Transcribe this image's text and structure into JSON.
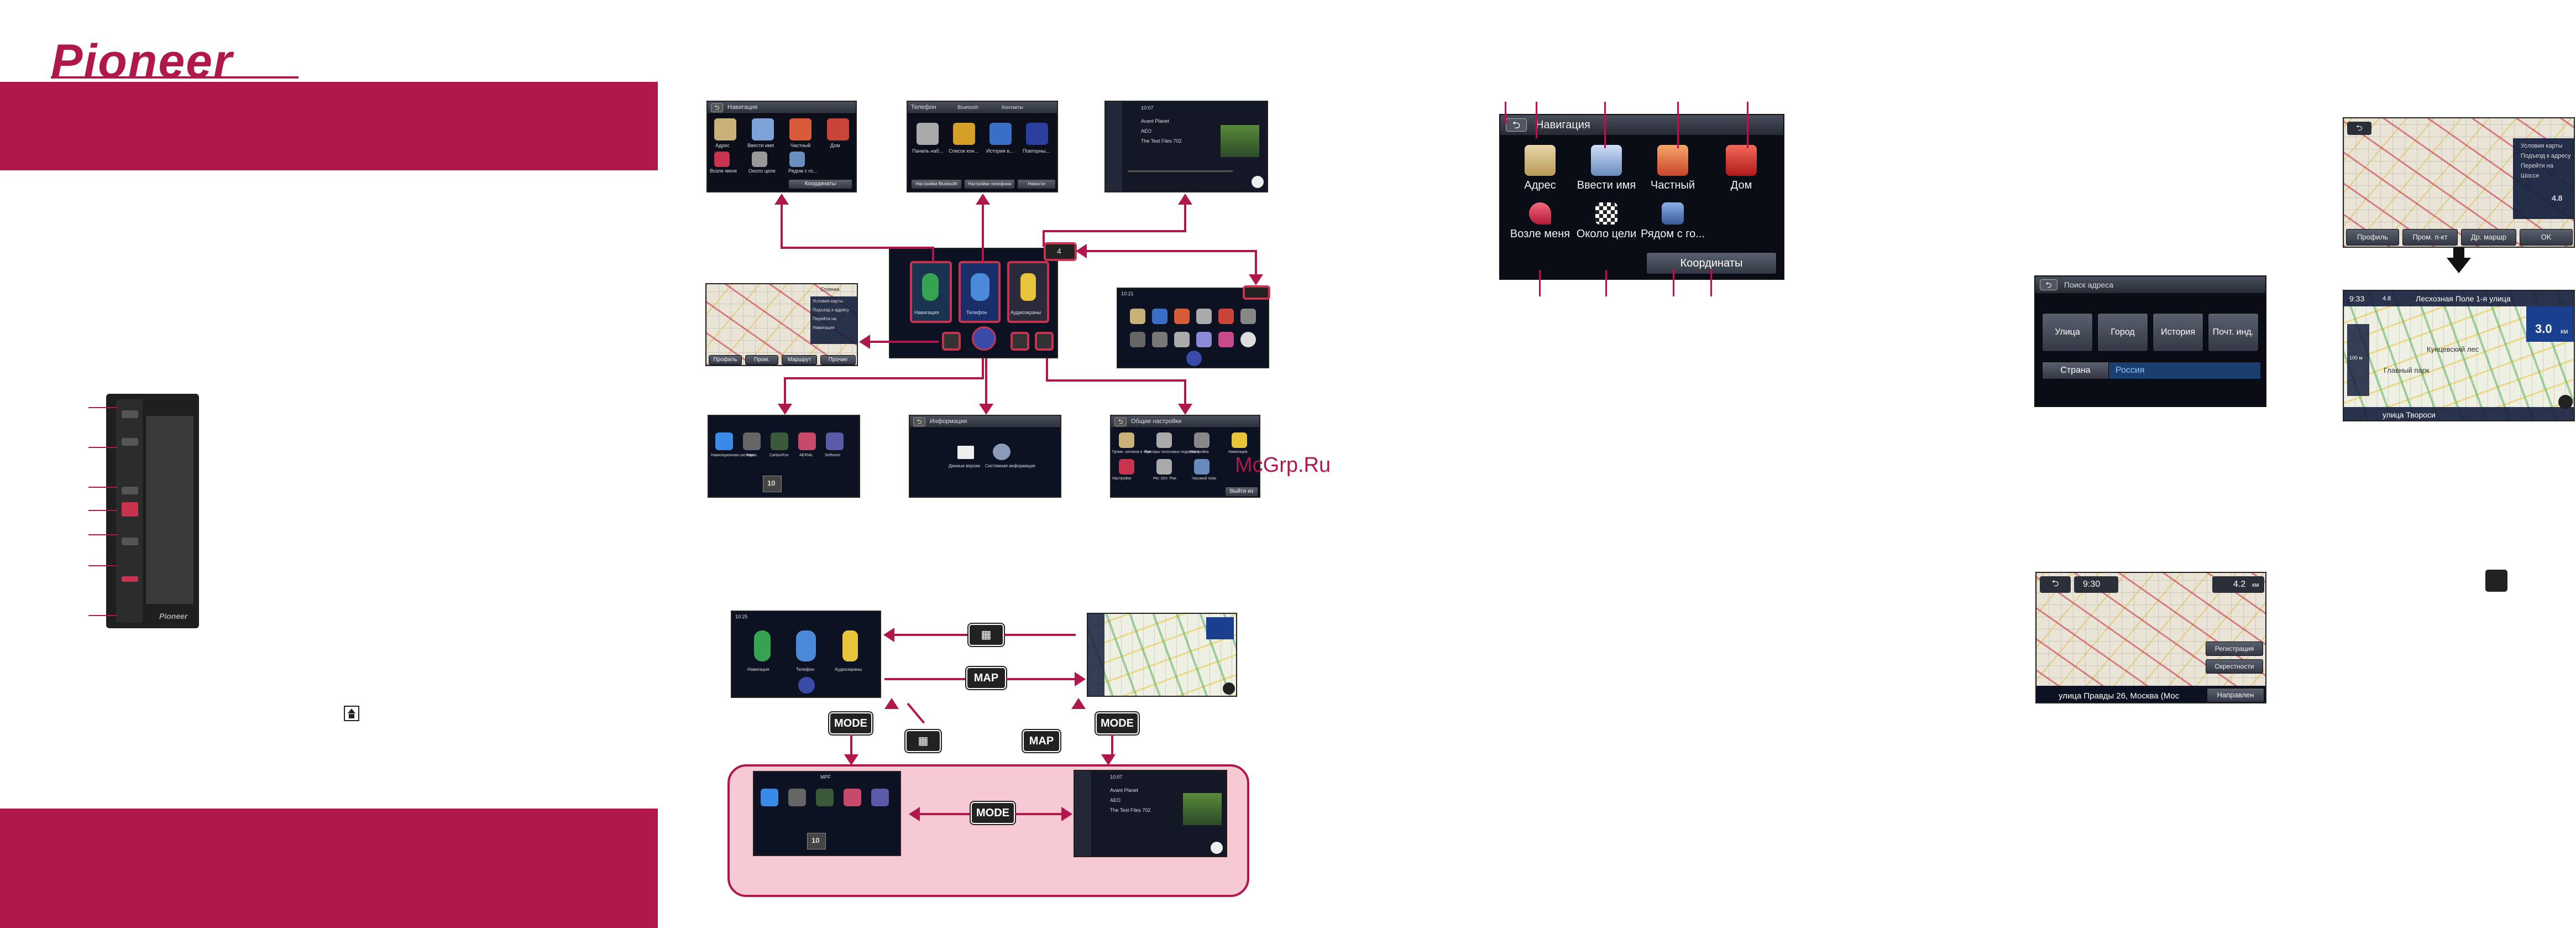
{
  "brand": {
    "logo": "Pioneer"
  },
  "watermark": "McGrp.Ru",
  "keys": {
    "map": "MAP",
    "mode": "MODE"
  },
  "top_menu": {
    "nav": {
      "title": "Навигация",
      "items": [
        "Адрес",
        "Ввести имя",
        "Частный",
        "Дом",
        "Возле меня",
        "Около цели",
        "Рядом с го..."
      ],
      "coords": "Координаты"
    },
    "phone": {
      "title": "Телефон",
      "tabs": [
        "Bluetooth",
        "Контакты"
      ],
      "items": [
        "Панель наб...",
        "Список кон...",
        "История в...",
        "Повторны..."
      ],
      "buttons": [
        "Настройки Bluetooth",
        "Настройки телефона",
        "Новости"
      ]
    },
    "audio": {
      "time": "10:07",
      "tracks": [
        "Avant Planet",
        "AEO",
        "The Test Files 702"
      ]
    },
    "home": {
      "time": "10:21",
      "items": [
        "Навигация",
        "Телефон",
        "Аудиоэкраны"
      ],
      "badge_count": "4"
    }
  },
  "map_left": {
    "label": "Стоянка",
    "buttons": [
      "Профиль",
      "Пром.",
      "Маршрут",
      "Прочие"
    ],
    "list": [
      "Условия карты",
      "Подъезд к адресу",
      "Перейти на",
      "Навигация"
    ]
  },
  "bottom_row": {
    "apps": {
      "items": [
        "Навигационная система",
        "Карта",
        "CarbonFox",
        "AERIAL",
        "Selfsonic"
      ],
      "value": "10"
    },
    "info": {
      "title": "Информация",
      "items": [
        "Данные версии",
        "Системная информация"
      ]
    },
    "settings": {
      "title": "Общие настройки",
      "items": [
        "Громк. сигнала и звук",
        "Повторы голосовых подсказок",
        "Настройка",
        "Навигация",
        "Настройки",
        "Рег. Опт. Ров.",
        "Часовой пояс"
      ],
      "button": "Выйти из"
    }
  },
  "mode_diagram": {
    "home": {
      "time": "10:25",
      "items": [
        "Навигация",
        "Телефон",
        "Аудиоэкраны"
      ]
    },
    "apps": {
      "time": "MPF",
      "value": "10"
    },
    "audio": {
      "time": "10:07",
      "tracks": [
        "Avant Planet",
        "AEO",
        "The Test Files 702"
      ]
    }
  },
  "address_search": {
    "title": "Поиск адреса",
    "buttons": [
      "Улица",
      "Город",
      "История",
      "Почт. инд."
    ],
    "country_label": "Страна",
    "country_value": "Россия"
  },
  "route_map": {
    "time": "9:30",
    "distance": "4.2",
    "unit": "км",
    "buttons": [
      "Регистрация",
      "Окрестности"
    ],
    "address": "улица Правды 26, Москва (Мос",
    "route_btn": "Направлен"
  },
  "right_map_top": {
    "list": [
      "Условия карты",
      "Подъезд к адресу",
      "Перейти на",
      "Шоссе"
    ],
    "dist": "4.8",
    "buttons": [
      "Профиль",
      "Пром. п-кт",
      "Др. маршр",
      "OK"
    ]
  },
  "right_map_bottom": {
    "time": "9:33",
    "dist_top": "4.8",
    "street": "Лесхозная Поле 1-я улица",
    "dist_big": "3.0",
    "dist_unit": "км",
    "area": "Кунцевский лес",
    "area2": "Главный парк",
    "bottom_street": "улица Твороси",
    "scale": "100 м"
  },
  "colors": {
    "brand": "#b0174a",
    "pink": "#f6c9d4"
  }
}
